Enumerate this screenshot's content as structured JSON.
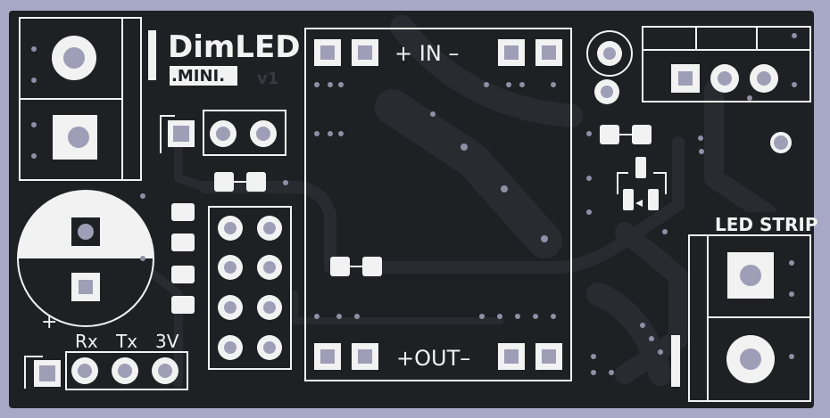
{
  "board": {
    "title": "DimLED",
    "subtitle": ".MINI.",
    "version": "v1"
  },
  "labels": {
    "in": "+ IN –",
    "out": "+OUT–",
    "rx": "Rx",
    "tx": "Tx",
    "v3": "3V",
    "plus": "+",
    "led_strip": "LED STRIP"
  },
  "colors": {
    "board": "#1f2023",
    "trace": "#28292d",
    "silk": "#f2f2f2",
    "pad": "#9e9eb6",
    "background": "#a7a7c6"
  }
}
